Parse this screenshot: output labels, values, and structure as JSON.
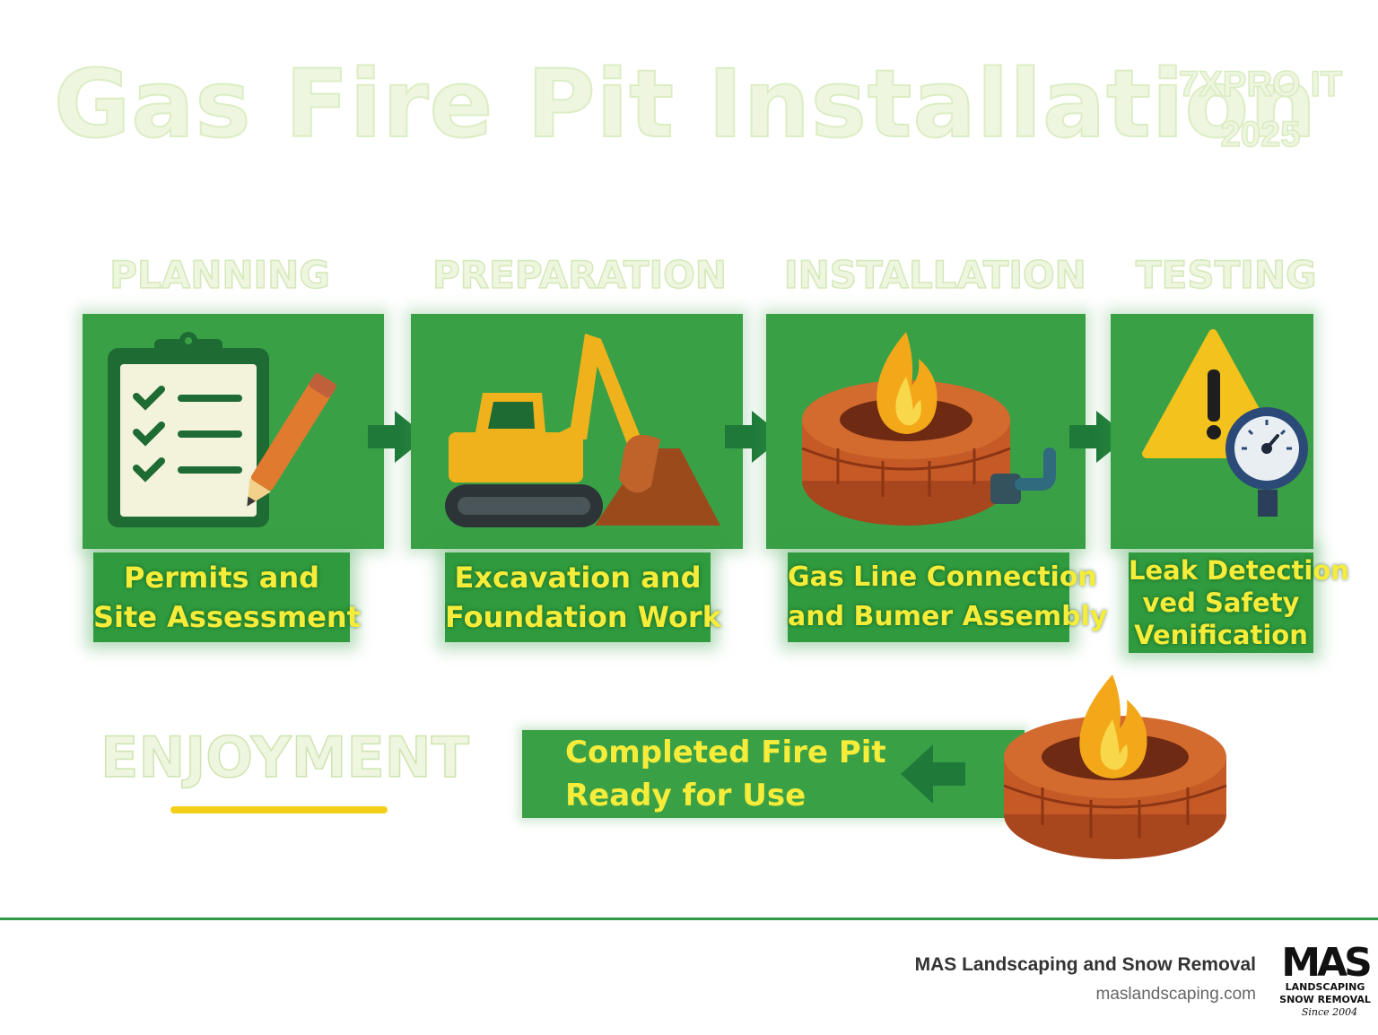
{
  "header": {
    "title": "Gas Fire Pit Installation",
    "badge_line1": "7XPRO IT",
    "badge_line2": "2025"
  },
  "steps": [
    {
      "phase": "PLANNING",
      "caption_line1": "Permits and",
      "caption_line2": "Site Assessment",
      "caption_line3": "",
      "icon": "clipboard-checklist-icon"
    },
    {
      "phase": "PREPARATION",
      "caption_line1": "Excavation and",
      "caption_line2": "Foundation Work",
      "caption_line3": "",
      "icon": "excavator-icon"
    },
    {
      "phase": "INSTALLATION",
      "caption_line1": "Gas Line Connection",
      "caption_line2": "and Bumer Assembly",
      "caption_line3": "",
      "icon": "fire-pit-icon"
    },
    {
      "phase": "TESTING",
      "caption_line1": "Leak Detection",
      "caption_line2": "ved Safety",
      "caption_line3": "Venification",
      "icon": "warning-gauge-icon"
    }
  ],
  "final_step": {
    "phase": "ENJOYMENT",
    "caption_line1": "Completed Fire Pit",
    "caption_line2": "Ready for Use",
    "icon": "fire-pit-icon"
  },
  "footer": {
    "company": "MAS Landscaping and Snow Removal",
    "website": "maslandscaping.com",
    "logo_text": "MAS",
    "logo_line2": "LANDSCAPING",
    "logo_line3": "SNOW REMOVAL",
    "logo_since": "Since 2004"
  },
  "colors": {
    "panel_green": "#3aa046",
    "caption_text": "#f6ec3a",
    "arrow_green": "#1f7a3a",
    "underline_yellow": "#f4cf1a",
    "rule_green": "#2e9a44"
  }
}
